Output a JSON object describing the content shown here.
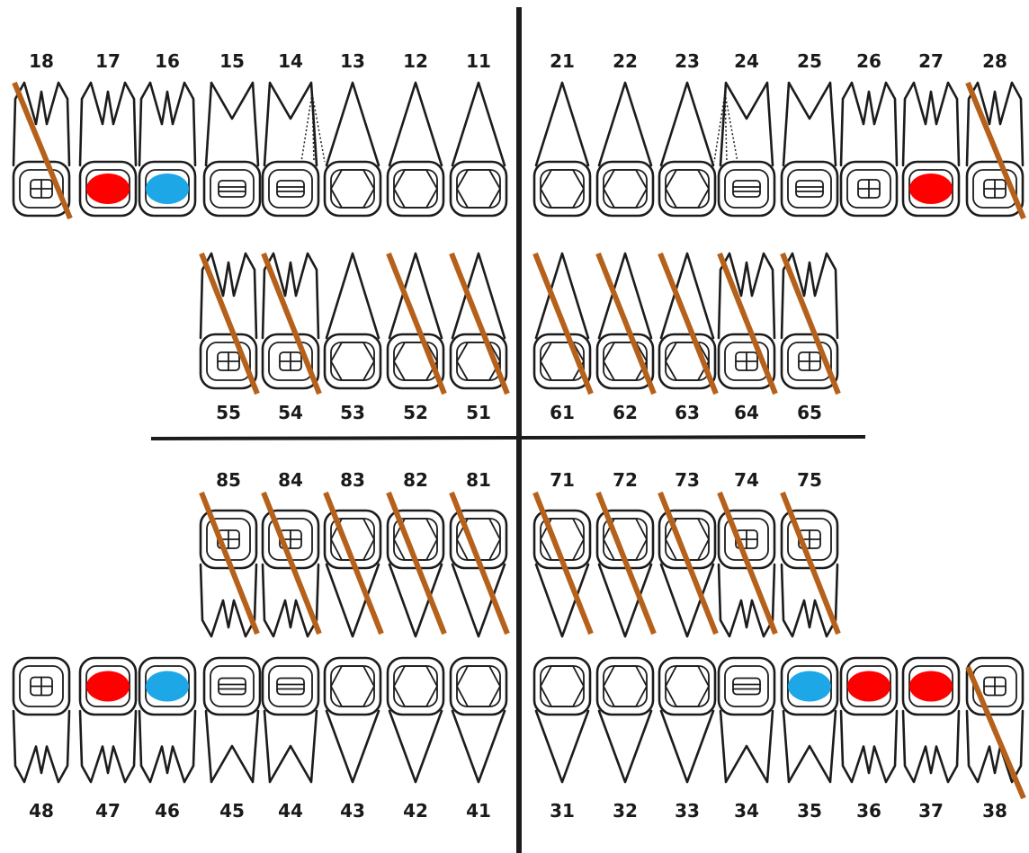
{
  "colors": {
    "outline": "#1c1c1c",
    "missing_strike": "#b5601b",
    "red_marker": "#ff0000",
    "blue_marker": "#1ea7e6",
    "background": "#ffffff"
  },
  "legend_meaning": {
    "strike": "tooth crossed out with an orange-brown diagonal line",
    "red": "red oval marker on tooth crown",
    "blue": "blue oval marker on tooth crown"
  },
  "rows": {
    "upper_permanent": [
      {
        "number": "18",
        "shape": "molar",
        "strike": true,
        "marker": null
      },
      {
        "number": "17",
        "shape": "molar",
        "strike": false,
        "marker": "red"
      },
      {
        "number": "16",
        "shape": "molar",
        "strike": false,
        "marker": "blue"
      },
      {
        "number": "15",
        "shape": "premolar",
        "strike": false,
        "marker": null
      },
      {
        "number": "14",
        "shape": "premolar",
        "strike": false,
        "marker": null,
        "dotted": true
      },
      {
        "number": "13",
        "shape": "canine",
        "strike": false,
        "marker": null
      },
      {
        "number": "12",
        "shape": "incisor",
        "strike": false,
        "marker": null
      },
      {
        "number": "11",
        "shape": "incisor",
        "strike": false,
        "marker": null
      },
      {
        "number": "21",
        "shape": "incisor",
        "strike": false,
        "marker": null
      },
      {
        "number": "22",
        "shape": "incisor",
        "strike": false,
        "marker": null
      },
      {
        "number": "23",
        "shape": "canine",
        "strike": false,
        "marker": null
      },
      {
        "number": "24",
        "shape": "premolar",
        "strike": false,
        "marker": null,
        "dotted": true
      },
      {
        "number": "25",
        "shape": "premolar",
        "strike": false,
        "marker": null
      },
      {
        "number": "26",
        "shape": "molar",
        "strike": false,
        "marker": null
      },
      {
        "number": "27",
        "shape": "molar",
        "strike": false,
        "marker": "red"
      },
      {
        "number": "28",
        "shape": "molar",
        "strike": true,
        "marker": null
      }
    ],
    "upper_primary": [
      {
        "number": "55",
        "shape": "molar",
        "strike": true,
        "marker": null
      },
      {
        "number": "54",
        "shape": "molar",
        "strike": true,
        "marker": null
      },
      {
        "number": "53",
        "shape": "canine",
        "strike": false,
        "marker": null
      },
      {
        "number": "52",
        "shape": "incisor",
        "strike": true,
        "marker": null
      },
      {
        "number": "51",
        "shape": "incisor",
        "strike": true,
        "marker": null
      },
      {
        "number": "61",
        "shape": "incisor",
        "strike": true,
        "marker": null
      },
      {
        "number": "62",
        "shape": "incisor",
        "strike": true,
        "marker": null
      },
      {
        "number": "63",
        "shape": "canine",
        "strike": true,
        "marker": null
      },
      {
        "number": "64",
        "shape": "molar",
        "strike": true,
        "marker": null
      },
      {
        "number": "65",
        "shape": "molar",
        "strike": true,
        "marker": null
      }
    ],
    "lower_primary": [
      {
        "number": "85",
        "shape": "molar",
        "strike": true,
        "marker": null
      },
      {
        "number": "84",
        "shape": "molar",
        "strike": true,
        "marker": null
      },
      {
        "number": "83",
        "shape": "canine",
        "strike": true,
        "marker": null
      },
      {
        "number": "82",
        "shape": "incisor",
        "strike": true,
        "marker": null
      },
      {
        "number": "81",
        "shape": "incisor",
        "strike": true,
        "marker": null
      },
      {
        "number": "71",
        "shape": "incisor",
        "strike": true,
        "marker": null
      },
      {
        "number": "72",
        "shape": "incisor",
        "strike": true,
        "marker": null
      },
      {
        "number": "73",
        "shape": "canine",
        "strike": true,
        "marker": null
      },
      {
        "number": "74",
        "shape": "molar",
        "strike": true,
        "marker": null
      },
      {
        "number": "75",
        "shape": "molar",
        "strike": true,
        "marker": null
      }
    ],
    "lower_permanent": [
      {
        "number": "48",
        "shape": "molar",
        "strike": false,
        "marker": null
      },
      {
        "number": "47",
        "shape": "molar",
        "strike": false,
        "marker": "red"
      },
      {
        "number": "46",
        "shape": "molar",
        "strike": false,
        "marker": "blue"
      },
      {
        "number": "45",
        "shape": "premolar",
        "strike": false,
        "marker": null
      },
      {
        "number": "44",
        "shape": "premolar",
        "strike": false,
        "marker": null
      },
      {
        "number": "43",
        "shape": "canine",
        "strike": false,
        "marker": null
      },
      {
        "number": "42",
        "shape": "incisor",
        "strike": false,
        "marker": null
      },
      {
        "number": "41",
        "shape": "incisor",
        "strike": false,
        "marker": null
      },
      {
        "number": "31",
        "shape": "incisor",
        "strike": false,
        "marker": null
      },
      {
        "number": "32",
        "shape": "incisor",
        "strike": false,
        "marker": null
      },
      {
        "number": "33",
        "shape": "canine",
        "strike": false,
        "marker": null
      },
      {
        "number": "34",
        "shape": "premolar",
        "strike": false,
        "marker": null
      },
      {
        "number": "35",
        "shape": "premolar",
        "strike": false,
        "marker": "blue"
      },
      {
        "number": "36",
        "shape": "molar",
        "strike": false,
        "marker": "red"
      },
      {
        "number": "37",
        "shape": "molar",
        "strike": false,
        "marker": "red"
      },
      {
        "number": "38",
        "shape": "molar",
        "strike": true,
        "marker": null
      }
    ]
  }
}
